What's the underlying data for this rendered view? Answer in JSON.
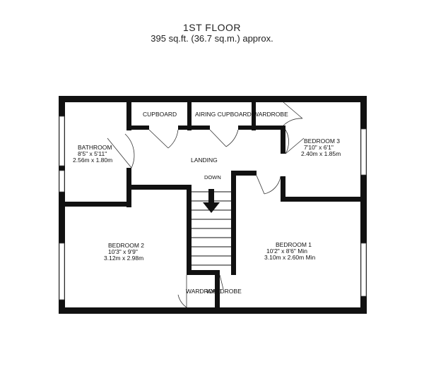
{
  "header": {
    "title": "1ST FLOOR",
    "area": "395 sq.ft. (36.7 sq.m.) approx."
  },
  "rooms": {
    "bathroom": {
      "name": "BATHROOM",
      "dim_imperial": "8'5\" x 5'11\"",
      "dim_metric": "2.56m x 1.80m"
    },
    "cupboard": {
      "name": "CUPBOARD"
    },
    "airing_cupboard": {
      "name": "AIRING CUPBOARD"
    },
    "wardrobe_top": {
      "name": "WARDROBE"
    },
    "bedroom3": {
      "name": "BEDROOM 3",
      "dim_imperial": "7'10\" x 6'1\"",
      "dim_metric": "2.40m x 1.85m"
    },
    "landing": {
      "name": "LANDING"
    },
    "stairs": {
      "label": "DOWN"
    },
    "bedroom2": {
      "name": "BEDROOM 2",
      "dim_imperial": "10'3\" x 9'9\"",
      "dim_metric": "3.12m x 2.98m"
    },
    "bedroom1": {
      "name": "BEDROOM 1",
      "dim_imperial": "10'2\" x 8'6\" Min",
      "dim_metric": "3.10m x 2.60m Min"
    },
    "wardrobe_left": {
      "name": "WARDROBE"
    },
    "wardrobe_right": {
      "name": "WARDROBE"
    }
  },
  "colors": {
    "wall": "#111111",
    "window": "#ffffff",
    "background": "#ffffff"
  }
}
